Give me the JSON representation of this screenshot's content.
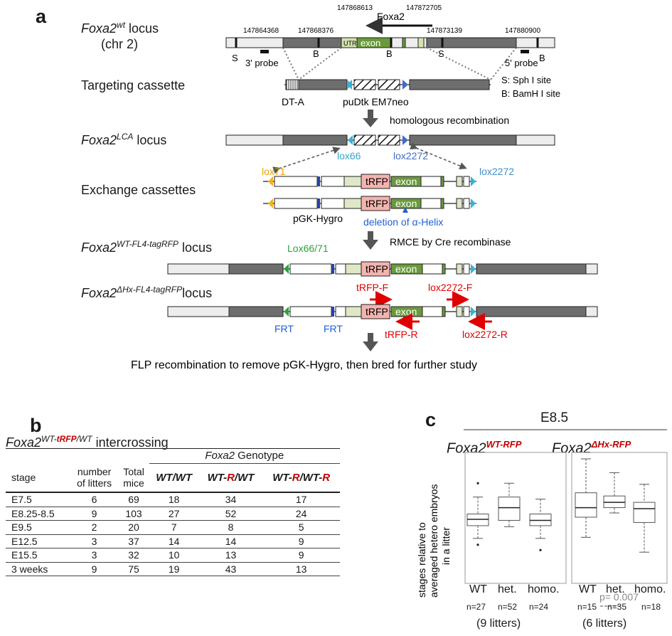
{
  "panel_a": {
    "letter": "a",
    "rows": {
      "wt_locus": "Foxa2",
      "wt_locus_sup": "wt",
      "wt_locus_suffix": " locus",
      "chromosome": "(chr 2)",
      "targeting": "Targeting cassette",
      "lca_locus": "Foxa2",
      "lca_sup": "LCA",
      "lca_suffix": " locus",
      "exchange": "Exchange cassettes",
      "wt_fl4": "Foxa2",
      "wt_fl4_sup": "WT-FL4-tagRFP",
      "wt_fl4_suffix": " locus",
      "hx_fl4": "Foxa2",
      "hx_fl4_sup": "ΔHx-FL4-tagRFP",
      "hx_fl4_suffix": "locus"
    },
    "coords": {
      "c1": "147864368",
      "c2": "147868376",
      "c3": "147868613",
      "c4": "147872705",
      "c5": "147873139",
      "c6": "147880900"
    },
    "gene": "Foxa2",
    "utr": "UTR",
    "exon": "exon",
    "site_S": "S",
    "site_B": "B",
    "probe3": "3' probe",
    "probe5": "5' probe",
    "legend_S": "S: Sph I site",
    "legend_B": "B: BamH I site",
    "dta": "DT-A",
    "puDtk": "puDtk EM7neo",
    "homologous": "homologous recombination",
    "lox66": "lox66",
    "lox2272": "lox2272",
    "lox71": "lox71",
    "lox2272b": "lox2272",
    "trfp": "tRFP",
    "pgk": "pGK-Hygro",
    "deletion": "deletion of α-Helix",
    "rmce": "RMCE by Cre recombinase",
    "lox66_71": "Lox66/71",
    "trfp_f": "tRFP-F",
    "trfp_r": "tRFP-R",
    "lox2272_f": "lox2272-F",
    "lox2272_r": "lox2272-R",
    "frt1": "FRT",
    "frt2": "FRT",
    "flp": "FLP recombination to remove pGK-Hygro, then bred for further study"
  },
  "panel_b": {
    "letter": "b",
    "title_gene": "Foxa2",
    "title_sup_a": "WT-",
    "title_sup_b": "tRFP",
    "title_sup_c": "/WT",
    "title_suffix": " intercrossing",
    "genotype_header_gene": "Foxa2",
    "genotype_header_suffix": " Genotype",
    "headers": {
      "stage": "stage",
      "litters_1": "number",
      "litters_2": "of litters",
      "mice_1": "Total",
      "mice_2": "mice",
      "g1": "WT/WT",
      "g2a": "WT-",
      "g2b": "R",
      "g2c": "/WT",
      "g3a": "WT-",
      "g3b": "R",
      "g3c": "/WT-",
      "g3d": "R"
    },
    "rows": [
      {
        "stage": "E7.5",
        "litters": "6",
        "mice": "69",
        "wt": "18",
        "het": "34",
        "homo": "17"
      },
      {
        "stage": "E8.25-8.5",
        "litters": "9",
        "mice": "103",
        "wt": "27",
        "het": "52",
        "homo": "24"
      },
      {
        "stage": "E9.5",
        "litters": "2",
        "mice": "20",
        "wt": "7",
        "het": "8",
        "homo": "5"
      },
      {
        "stage": "E12.5",
        "litters": "3",
        "mice": "37",
        "wt": "14",
        "het": "14",
        "homo": "9"
      },
      {
        "stage": "E15.5",
        "litters": "3",
        "mice": "32",
        "wt": "10",
        "het": "13",
        "homo": "9"
      },
      {
        "stage": "3 weeks",
        "litters": "9",
        "mice": "75",
        "wt": "19",
        "het": "43",
        "homo": "13"
      }
    ]
  },
  "panel_c": {
    "letter": "c",
    "stage": "E8.5",
    "ylabel_1": "stages relative to",
    "ylabel_2": "averaged hetero embryos",
    "ylabel_3": "in a litter",
    "pvalue": "p= 0.007",
    "colors": {
      "box": "#555555",
      "pval": "#888888",
      "sup": "#c00000"
    },
    "chart_data": [
      {
        "type": "box",
        "title_gene": "Foxa2",
        "title_sup": "WT-RFP",
        "categories": [
          "WT",
          "het.",
          "homo."
        ],
        "n_labels": [
          "n=27",
          "n=52",
          "n=24"
        ],
        "litters": "(9 litters)",
        "boxes": [
          {
            "min": 0.33,
            "q1": 0.45,
            "median": 0.51,
            "q3": 0.56,
            "max": 0.72,
            "outliers": [
              0.85,
              0.27
            ]
          },
          {
            "min": 0.44,
            "q1": 0.5,
            "median": 0.62,
            "q3": 0.72,
            "max": 0.85,
            "outliers": []
          },
          {
            "min": 0.33,
            "q1": 0.45,
            "median": 0.5,
            "q3": 0.56,
            "max": 0.7,
            "outliers": [
              0.22
            ]
          }
        ]
      },
      {
        "type": "box",
        "title_gene": "Foxa2",
        "title_sup": "ΔHx-RFP",
        "categories": [
          "WT",
          "het.",
          "homo."
        ],
        "n_labels": [
          "n=15",
          "n=35",
          "n=18"
        ],
        "litters": "(6 litters)",
        "boxes": [
          {
            "min": 0.34,
            "q1": 0.53,
            "median": 0.62,
            "q3": 0.76,
            "max": 1.08,
            "outliers": []
          },
          {
            "min": 0.57,
            "q1": 0.62,
            "median": 0.67,
            "q3": 0.73,
            "max": 0.95,
            "outliers": []
          },
          {
            "min": 0.2,
            "q1": 0.48,
            "median": 0.61,
            "q3": 0.67,
            "max": 0.84,
            "outliers": []
          }
        ]
      }
    ]
  }
}
